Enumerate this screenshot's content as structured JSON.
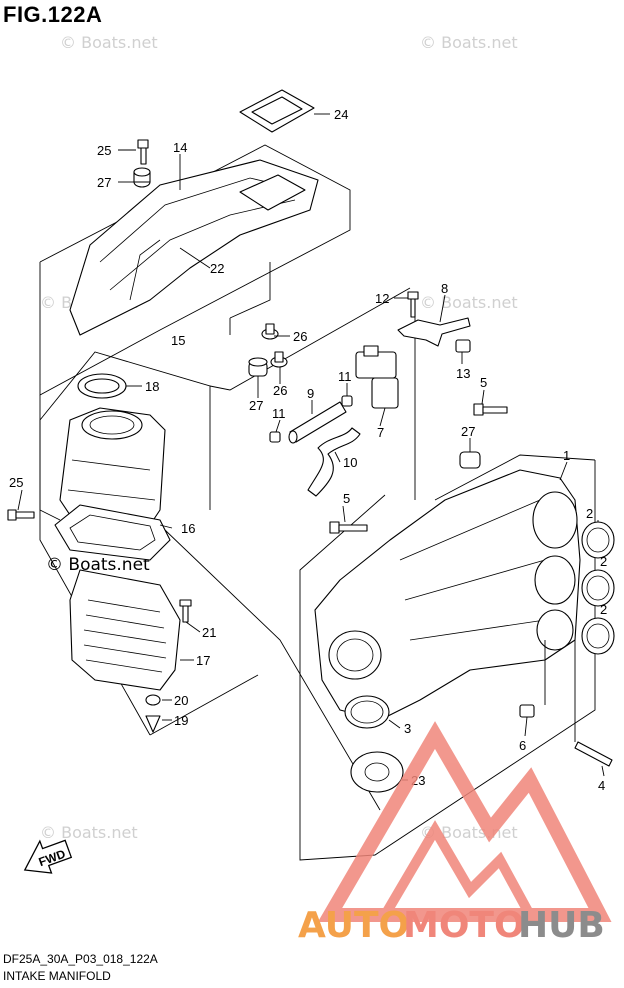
{
  "figure": {
    "title": "FIG.122A",
    "code": "DF25A_30A_P03_018_122A",
    "section": "INTAKE MANIFOLD"
  },
  "watermark": {
    "text": "© Boats.net",
    "color": "#d0d0d0"
  },
  "logo": {
    "text_auto": "AUTO",
    "text_moto": "MOTO",
    "text_hub": "HUB",
    "color_auto": "#f4a14a",
    "color_moto": "#f0867a",
    "color_hub": "#8c8c8c"
  },
  "fwd_label": "FWD",
  "callouts": [
    {
      "id": "24",
      "label": "24"
    },
    {
      "id": "25a",
      "label": "25"
    },
    {
      "id": "14",
      "label": "14"
    },
    {
      "id": "27a",
      "label": "27"
    },
    {
      "id": "22",
      "label": "22"
    },
    {
      "id": "26a",
      "label": "26"
    },
    {
      "id": "15",
      "label": "15"
    },
    {
      "id": "18",
      "label": "18"
    },
    {
      "id": "27b",
      "label": "27"
    },
    {
      "id": "26b",
      "label": "26"
    },
    {
      "id": "9",
      "label": "9"
    },
    {
      "id": "11a",
      "label": "11"
    },
    {
      "id": "11b",
      "label": "11"
    },
    {
      "id": "10",
      "label": "10"
    },
    {
      "id": "7",
      "label": "7"
    },
    {
      "id": "12",
      "label": "12"
    },
    {
      "id": "8",
      "label": "8"
    },
    {
      "id": "13",
      "label": "13"
    },
    {
      "id": "5a",
      "label": "5"
    },
    {
      "id": "27c",
      "label": "27"
    },
    {
      "id": "1",
      "label": "1"
    },
    {
      "id": "2a",
      "label": "2"
    },
    {
      "id": "2b",
      "label": "2"
    },
    {
      "id": "2c",
      "label": "2"
    },
    {
      "id": "5b",
      "label": "5"
    },
    {
      "id": "25b",
      "label": "25"
    },
    {
      "id": "16",
      "label": "16"
    },
    {
      "id": "21",
      "label": "21"
    },
    {
      "id": "17",
      "label": "17"
    },
    {
      "id": "20",
      "label": "20"
    },
    {
      "id": "19",
      "label": "19"
    },
    {
      "id": "3",
      "label": "3"
    },
    {
      "id": "6",
      "label": "6"
    },
    {
      "id": "23",
      "label": "23"
    },
    {
      "id": "4",
      "label": "4"
    }
  ]
}
